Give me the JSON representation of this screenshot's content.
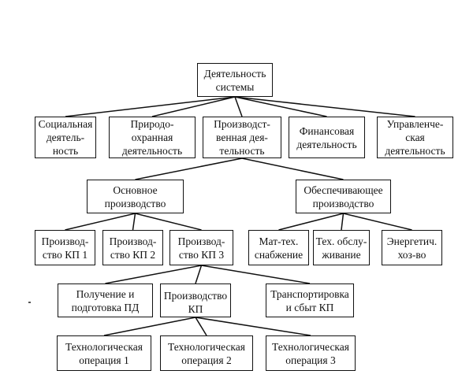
{
  "diagram": {
    "type": "hierarchy",
    "root": {
      "id": "root",
      "label": "Деятельность\nсистемы"
    },
    "nodes": [
      {
        "id": "social",
        "parent": "root",
        "label": "Социальная\nдеятель-\nность"
      },
      {
        "id": "nature",
        "parent": "root",
        "label": "Природо-\nохранная\nдеятельность"
      },
      {
        "id": "production",
        "parent": "root",
        "label": "Производст-\nвенная дея-\nтельность"
      },
      {
        "id": "finance",
        "parent": "root",
        "label": "Финансовая\nдеятельность"
      },
      {
        "id": "management",
        "parent": "root",
        "label": "Управленче-\nская\nдеятельность"
      },
      {
        "id": "main_prod",
        "parent": "production",
        "label": "Основное\nпроизводство"
      },
      {
        "id": "support_prod",
        "parent": "production",
        "label": "Обеспечивающее\nпроизводство"
      },
      {
        "id": "kp1",
        "parent": "main_prod",
        "label": "Производ-\nство КП 1"
      },
      {
        "id": "kp2",
        "parent": "main_prod",
        "label": "Производ-\nство КП 2"
      },
      {
        "id": "kp3",
        "parent": "main_prod",
        "label": "Производ-\nство КП 3"
      },
      {
        "id": "supply",
        "parent": "support_prod",
        "label": "Мат-тех.\nснабжение"
      },
      {
        "id": "service",
        "parent": "support_prod",
        "label": "Тех. обслу-\nживание"
      },
      {
        "id": "energy",
        "parent": "support_prod",
        "label": "Энергетич.\nхоз-во"
      },
      {
        "id": "prep",
        "parent": "kp3",
        "label": "Получение и\nподготовка ПД"
      },
      {
        "id": "kp_prod",
        "parent": "kp3",
        "label": "Производство КП"
      },
      {
        "id": "transport",
        "parent": "kp3",
        "label": "Транспортировка\nи сбыт КП"
      },
      {
        "id": "op1",
        "parent": "kp_prod",
        "label": "Технологическая\nоперация 1"
      },
      {
        "id": "op2",
        "parent": "kp_prod",
        "label": "Технологическая\nоперация 2"
      },
      {
        "id": "op3",
        "parent": "kp_prod",
        "label": "Технологическая\nоперация 3"
      }
    ]
  }
}
